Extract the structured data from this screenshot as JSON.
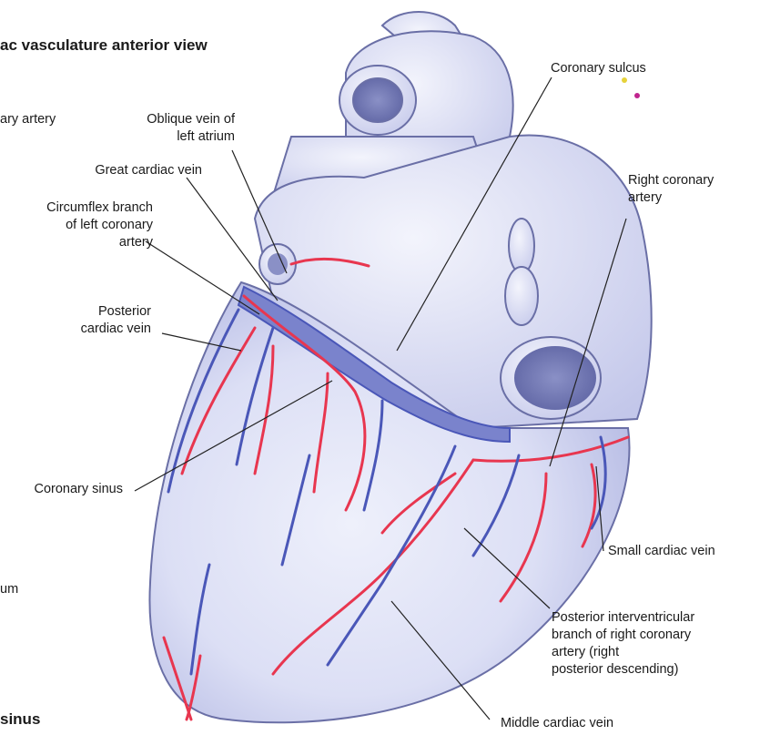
{
  "figure": {
    "title": "ac vasculature anterior view",
    "footer_title": "sinus"
  },
  "labels": {
    "coronary_sulcus": "Coronary sulcus",
    "oblique_vein": "Oblique vein of\nleft atrium",
    "great_cardiac_vein": "Great cardiac vein",
    "circumflex_branch": "Circumflex branch\nof left coronary\nartery",
    "posterior_cardiac_vein": "Posterior\ncardiac vein",
    "coronary_sinus": "Coronary sinus",
    "right_coronary_artery": "Right coronary\nartery",
    "small_cardiac_vein": "Small cardiac vein",
    "posterior_interventricular": "Posterior interventricular\nbranch of right coronary\nartery (right\nposterior descending)",
    "middle_cardiac_vein": "Middle cardiac vein",
    "left_cut_top": "ary artery",
    "left_cut_bottom": "um"
  },
  "colors": {
    "heart_fill": "#e4e6f7",
    "heart_shade": "#b9bde6",
    "outline": "#6a6fa6",
    "artery": "#e8364f",
    "vein": "#4a57b8",
    "leader": "#222222"
  }
}
